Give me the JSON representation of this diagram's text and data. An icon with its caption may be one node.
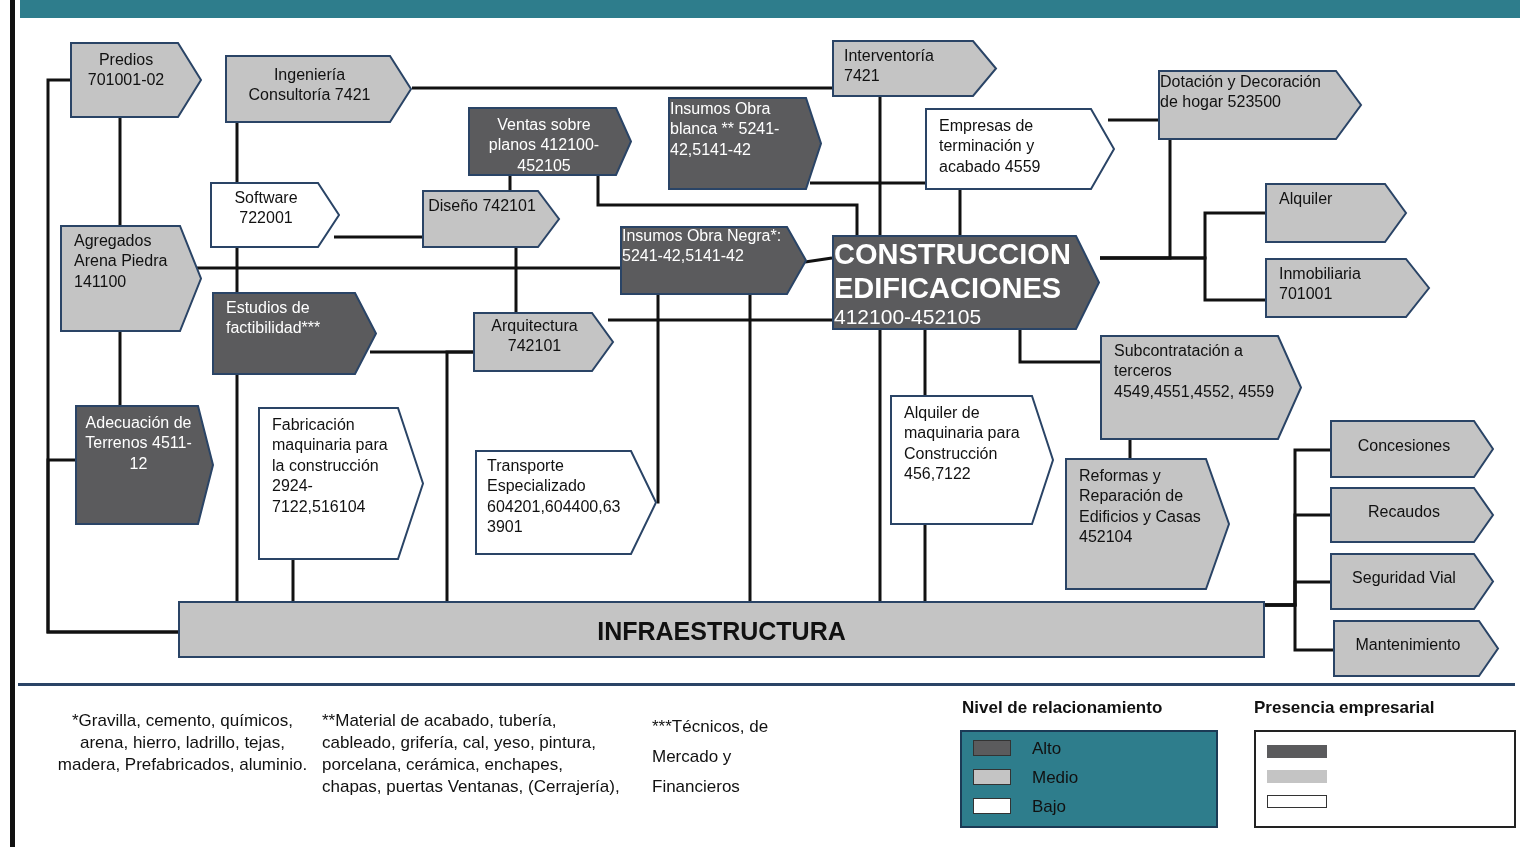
{
  "diagram": {
    "nodes": [
      {
        "text": [
          "Predios 701001-02"
        ]
      },
      {
        "text": [
          "Ingeniería Consultoría 7421"
        ]
      },
      {
        "text": [
          "Interventoría 7421"
        ]
      },
      {
        "text": [
          "Ventas sobre planos 412100-452105"
        ]
      },
      {
        "text": [
          "Insumos Obra blanca ** 5241-42,5141-42"
        ]
      },
      {
        "text": [
          "Dotación y Decoración de hogar 523500"
        ]
      },
      {
        "text": [
          "Empresas de terminación y acabado 4559"
        ]
      },
      {
        "text": [
          "Software 722001"
        ]
      },
      {
        "text": [
          "Diseño 742101"
        ]
      },
      {
        "text": [
          "Alquiler"
        ]
      },
      {
        "text": [
          "Agregados Arena Piedra 141100"
        ]
      },
      {
        "text": [
          "Insumos Obra Negra*: 5241-42,5141-42"
        ]
      },
      {
        "text": [
          "CONSTRUCCION EDIFICACIONES",
          "412100-452105"
        ]
      },
      {
        "text": [
          "Inmobiliaria 701001"
        ]
      },
      {
        "text": [
          "Estudios de factibilidad***"
        ]
      },
      {
        "text": [
          "Arquitectura 742101"
        ]
      },
      {
        "text": [
          "Subcontratación a terceros 4549,4551,4552, 4559"
        ]
      },
      {
        "text": [
          "Adecuación de Terrenos 4511-12"
        ]
      },
      {
        "text": [
          "Fabricación maquinaria para la construcción 2924-7122,516104"
        ]
      },
      {
        "text": [
          "Transporte Especializado 604201,604400,633901"
        ]
      },
      {
        "text": [
          "Alquiler de maquinaria para Construcción 456,7122"
        ]
      },
      {
        "text": [
          "Reformas y Reparación de Edificios y Casas 452104"
        ]
      },
      {
        "text": [
          "Concesiones"
        ]
      },
      {
        "text": [
          "Recaudos"
        ]
      },
      {
        "text": [
          "Seguridad Vial"
        ]
      },
      {
        "text": [
          "Mantenimiento"
        ]
      },
      {
        "text": [
          "INFRAESTRUCTURA"
        ]
      }
    ],
    "edges": [
      {
        "from": 0,
        "to": 10,
        "arrow": "none"
      },
      {
        "from": 10,
        "to": 17,
        "arrow": "none"
      },
      {
        "from": 0,
        "to": 26,
        "arrow": "none"
      },
      {
        "from": 17,
        "to": 26,
        "arrow": "none"
      },
      {
        "from": 1,
        "to": 2,
        "arrow": "none"
      },
      {
        "from": 1,
        "to": 7,
        "arrow": "none"
      },
      {
        "from": 7,
        "to": 14,
        "arrow": "none"
      },
      {
        "from": 14,
        "to": 26,
        "arrow": "none"
      },
      {
        "from": 7,
        "to": 8,
        "arrow": "none"
      },
      {
        "from": 3,
        "to": 8,
        "arrow": "none"
      },
      {
        "from": 3,
        "to": 12,
        "arrow": "none"
      },
      {
        "from": 8,
        "to": 15,
        "arrow": "none"
      },
      {
        "from": 2,
        "to": 12,
        "arrow": "none"
      },
      {
        "from": 4,
        "to": 6,
        "arrow": "none"
      },
      {
        "from": 6,
        "to": 12,
        "arrow": "none"
      },
      {
        "from": 6,
        "to": 5,
        "arrow": "none"
      },
      {
        "from": 12,
        "to": 5,
        "arrow": "none"
      },
      {
        "from": 12,
        "to": 9,
        "arrow": "none"
      },
      {
        "from": 12,
        "to": 13,
        "arrow": "none"
      },
      {
        "from": 10,
        "to": 11,
        "arrow": "none"
      },
      {
        "from": 11,
        "to": 12,
        "arrow": "none"
      },
      {
        "from": 11,
        "to": 19,
        "arrow": "none"
      },
      {
        "from": 11,
        "to": 26,
        "arrow": "none"
      },
      {
        "from": 15,
        "to": 12,
        "arrow": "none"
      },
      {
        "from": 14,
        "to": 15,
        "arrow": "none"
      },
      {
        "from": 15,
        "to": 26,
        "arrow": "none"
      },
      {
        "from": 18,
        "to": 26,
        "arrow": "none"
      },
      {
        "from": 12,
        "to": 26,
        "arrow": "none"
      },
      {
        "from": 12,
        "to": 20,
        "arrow": "none"
      },
      {
        "from": 20,
        "to": 26,
        "arrow": "none"
      },
      {
        "from": 12,
        "to": 16,
        "arrow": "none"
      },
      {
        "from": 16,
        "to": 21,
        "arrow": "none"
      },
      {
        "from": 26,
        "to": 22,
        "arrow": "none"
      },
      {
        "from": 26,
        "to": 23,
        "arrow": "none"
      },
      {
        "from": 26,
        "to": 24,
        "arrow": "none"
      },
      {
        "from": 26,
        "to": 25,
        "arrow": "none"
      }
    ],
    "labels": [
      "*Gravilla, cemento, químicos, arena, hierro, ladrillo, tejas, madera, Prefabricados, aluminio.",
      "**Material de acabado, tubería, cableado, grifería, cal, yeso, pintura, porcelana, cerámica, enchapes, chapas, puertas Ventanas, (Cerrajería),",
      "***Técnicos, de Mercado y Financieros",
      "Nivel de relacionamiento",
      "Presencia empresarial"
    ],
    "legend": [
      {
        "text": "Alto",
        "color": "#5b5b5d"
      },
      {
        "text": "Medio",
        "color": "#c4c4c4"
      },
      {
        "text": "Bajo",
        "color": "#ffffff"
      }
    ]
  }
}
